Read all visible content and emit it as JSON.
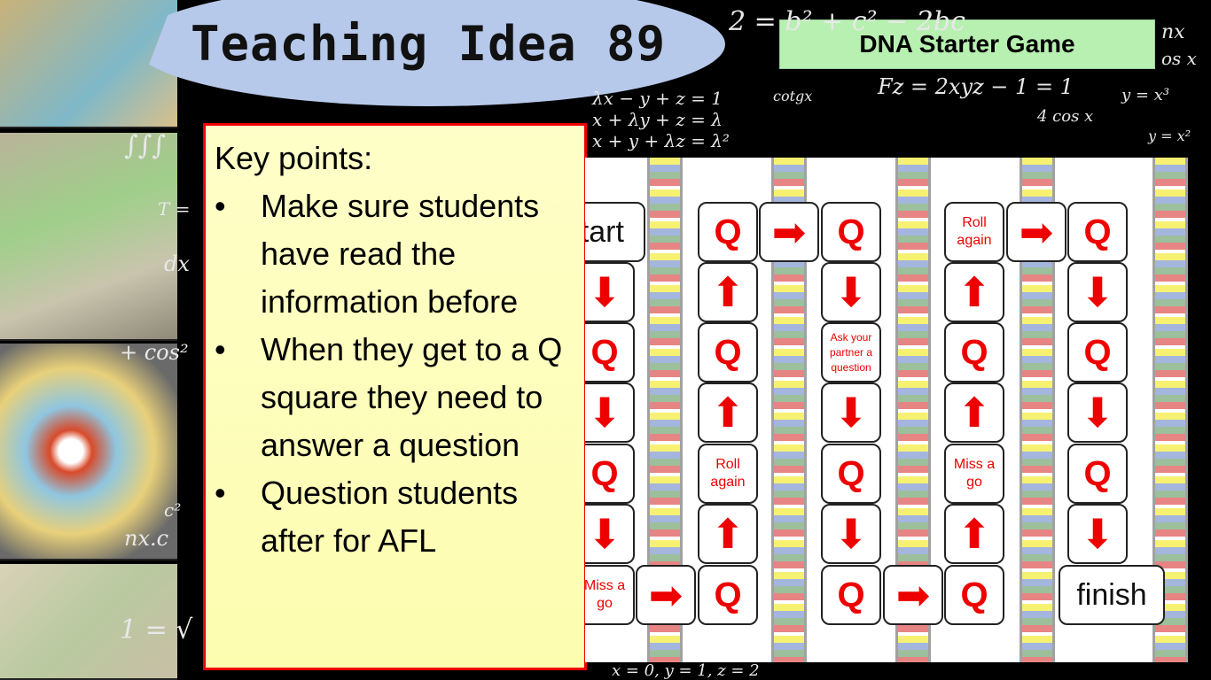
{
  "slide": {
    "title": "Teaching Idea 89",
    "tag": "DNA Starter Game",
    "key_points": {
      "heading": "Key points:",
      "bullet": "•",
      "items": [
        "Make sure students have read the information before",
        "When they get to a Q square they need to answer a question",
        "Question students after for AFL"
      ]
    }
  },
  "background_math": [
    "2 = b² + c² − 2bc",
    "Fz = 2xyz − 1 = 1",
    "λx − y + z = 1",
    "x + λy + z = λ",
    "x + y + λz = λ²",
    "cotgx",
    "y = x³",
    "y = x²",
    "∫∫∫",
    "T =",
    "dx",
    "+ cos²",
    "c²",
    "nx.c",
    "1 = √",
    "x = 0, y = 1, z = 2",
    "4 cos x",
    "nx",
    "os x"
  ],
  "board": {
    "colors": {
      "red": "#ee0000"
    },
    "cells": [
      {
        "c": 0,
        "r": 0,
        "t": "Start",
        "k": "big"
      },
      {
        "c": 2,
        "r": 0,
        "t": "Q",
        "k": "q"
      },
      {
        "c": 3,
        "r": 0,
        "t": "➡",
        "k": "arrow"
      },
      {
        "c": 4,
        "r": 0,
        "t": "Q",
        "k": "q"
      },
      {
        "c": 6,
        "r": 0,
        "t": "Roll again",
        "k": "txt"
      },
      {
        "c": 7,
        "r": 0,
        "t": "➡",
        "k": "arrow"
      },
      {
        "c": 8,
        "r": 0,
        "t": "Q",
        "k": "q"
      },
      {
        "c": 0,
        "r": 1,
        "t": "⬇",
        "k": "arrow"
      },
      {
        "c": 2,
        "r": 1,
        "t": "⬆",
        "k": "arrow"
      },
      {
        "c": 4,
        "r": 1,
        "t": "⬇",
        "k": "arrow"
      },
      {
        "c": 6,
        "r": 1,
        "t": "⬆",
        "k": "arrow"
      },
      {
        "c": 8,
        "r": 1,
        "t": "⬇",
        "k": "arrow"
      },
      {
        "c": 0,
        "r": 2,
        "t": "Q",
        "k": "q"
      },
      {
        "c": 2,
        "r": 2,
        "t": "Q",
        "k": "q"
      },
      {
        "c": 4,
        "r": 2,
        "t": "Ask your partner a question",
        "k": "small"
      },
      {
        "c": 6,
        "r": 2,
        "t": "Q",
        "k": "q"
      },
      {
        "c": 8,
        "r": 2,
        "t": "Q",
        "k": "q"
      },
      {
        "c": 0,
        "r": 3,
        "t": "⬇",
        "k": "arrow"
      },
      {
        "c": 2,
        "r": 3,
        "t": "⬆",
        "k": "arrow"
      },
      {
        "c": 4,
        "r": 3,
        "t": "⬇",
        "k": "arrow"
      },
      {
        "c": 6,
        "r": 3,
        "t": "⬆",
        "k": "arrow"
      },
      {
        "c": 8,
        "r": 3,
        "t": "⬇",
        "k": "arrow"
      },
      {
        "c": 0,
        "r": 4,
        "t": "Q",
        "k": "q"
      },
      {
        "c": 2,
        "r": 4,
        "t": "Roll again",
        "k": "txt"
      },
      {
        "c": 4,
        "r": 4,
        "t": "Q",
        "k": "q"
      },
      {
        "c": 6,
        "r": 4,
        "t": "Miss a go",
        "k": "txt"
      },
      {
        "c": 8,
        "r": 4,
        "t": "Q",
        "k": "q"
      },
      {
        "c": 0,
        "r": 5,
        "t": "⬇",
        "k": "arrow"
      },
      {
        "c": 2,
        "r": 5,
        "t": "⬆",
        "k": "arrow"
      },
      {
        "c": 4,
        "r": 5,
        "t": "⬇",
        "k": "arrow"
      },
      {
        "c": 6,
        "r": 5,
        "t": "⬆",
        "k": "arrow"
      },
      {
        "c": 8,
        "r": 5,
        "t": "⬇",
        "k": "arrow"
      },
      {
        "c": 0,
        "r": 6,
        "t": "Miss a go",
        "k": "txt"
      },
      {
        "c": 1,
        "r": 6,
        "t": "➡",
        "k": "arrow"
      },
      {
        "c": 2,
        "r": 6,
        "t": "Q",
        "k": "q"
      },
      {
        "c": 4,
        "r": 6,
        "t": "Q",
        "k": "q"
      },
      {
        "c": 5,
        "r": 6,
        "t": "➡",
        "k": "arrow"
      },
      {
        "c": 6,
        "r": 6,
        "t": "Q",
        "k": "q"
      },
      {
        "c": 8,
        "r": 6,
        "t": "finish",
        "k": "big"
      }
    ]
  }
}
